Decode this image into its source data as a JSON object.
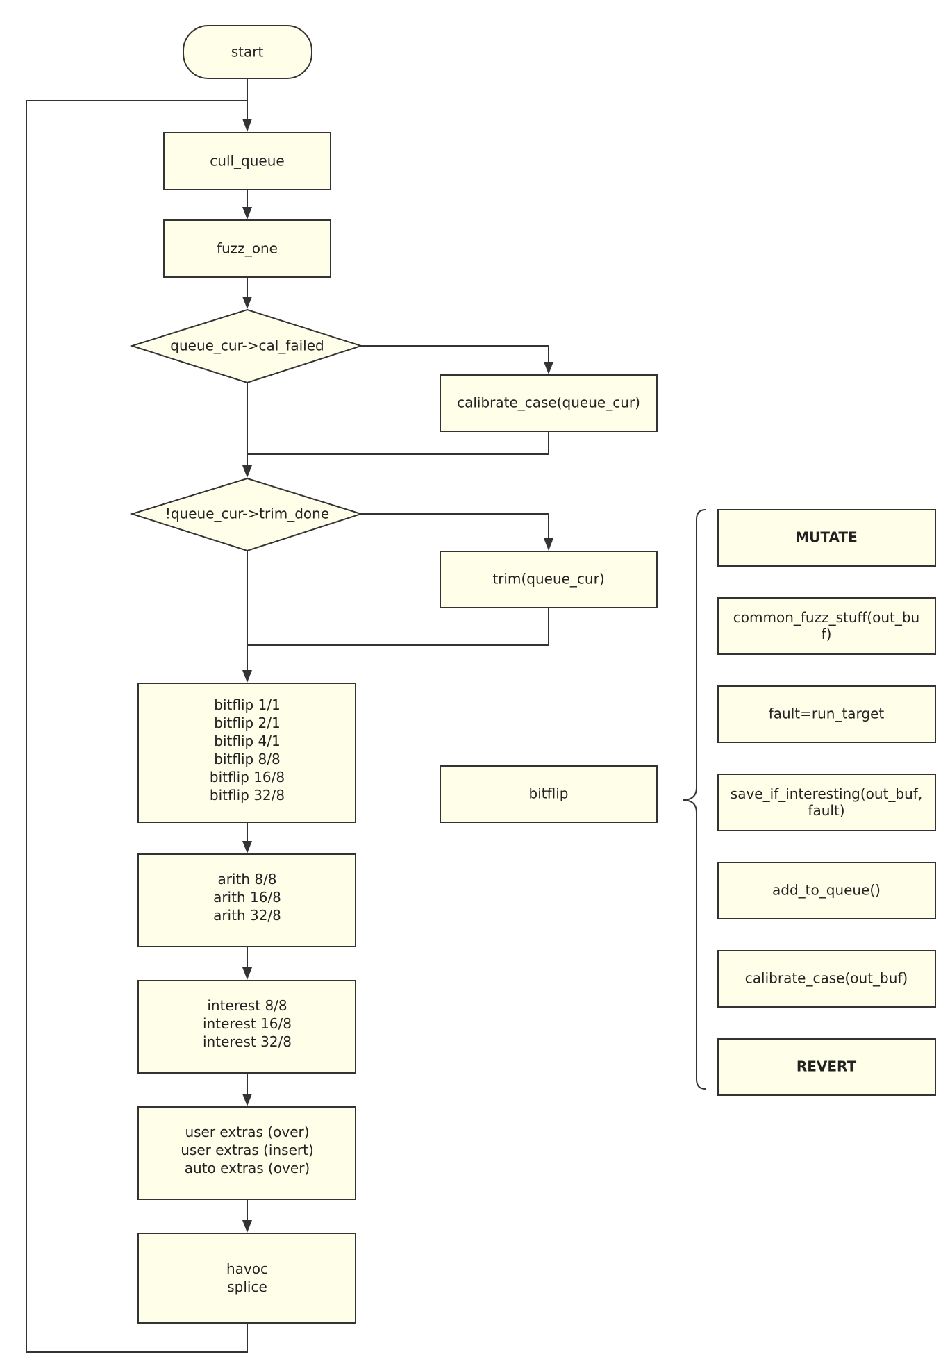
{
  "colors": {
    "node_fill": "#fefee9",
    "stroke": "#333333",
    "text": "#222222",
    "background": "#ffffff"
  },
  "flow": {
    "start": "start",
    "cull_queue": "cull_queue",
    "fuzz_one": "fuzz_one",
    "cal_failed": "queue_cur->cal_failed",
    "calibrate_cur": "calibrate_case(queue_cur)",
    "trim_done": "!queue_cur->trim_done",
    "trim": "trim(queue_cur)",
    "bitflip_lines": [
      "bitflip 1/1",
      "bitflip 2/1",
      "bitflip 4/1",
      "bitflip 8/8",
      "bitflip 16/8",
      "bitflip 32/8"
    ],
    "arith_lines": [
      "arith 8/8",
      "arith 16/8",
      "arith 32/8"
    ],
    "interest_lines": [
      "interest 8/8",
      "interest 16/8",
      "interest 32/8"
    ],
    "extras_lines": [
      "user extras (over)",
      "user extras (insert)",
      "auto extras (over)"
    ],
    "havoc_lines": [
      "havoc",
      "splice"
    ]
  },
  "side": {
    "bitflip_label": "bitflip",
    "mutate": "MUTATE",
    "common_fuzz": [
      "common_fuzz_stuff(out_bu",
      "f)"
    ],
    "fault": "fault=run_target",
    "save": [
      "save_if_interesting(out_buf,",
      "fault)"
    ],
    "add_queue": "add_to_queue()",
    "calibrate_out": "calibrate_case(out_buf)",
    "revert": "REVERT"
  }
}
